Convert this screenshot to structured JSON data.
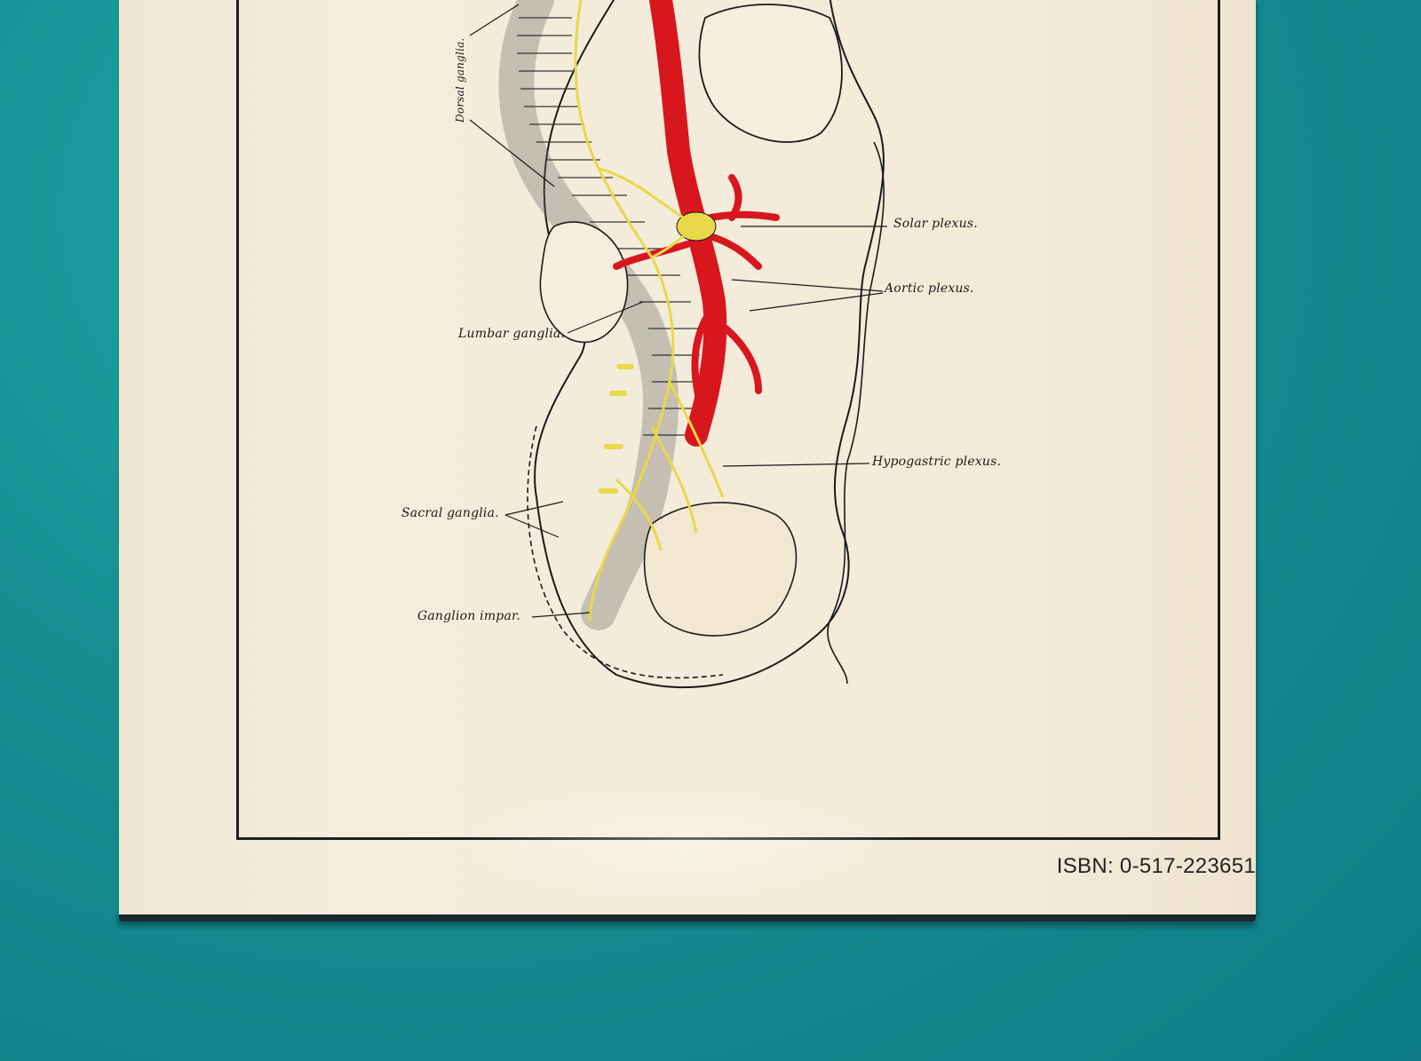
{
  "background": {
    "color": "#158e92",
    "description_color_book": "#f3ead8"
  },
  "diagram": {
    "labels": {
      "dorsal": "Dorsal ganglia.",
      "solar": "Solar plexus.",
      "aortic": "Aortic plexus.",
      "lumbar": "Lumbar ganglia.",
      "hypogastric": "Hypogastric plexus.",
      "sacral": "Sacral ganglia.",
      "impar": "Ganglion impar."
    },
    "colors": {
      "artery": "#d8161e",
      "nerve": "#e8d84a",
      "ink": "#1a1a1a"
    }
  },
  "book": {
    "isbn": "ISBN: 0-517-223651"
  }
}
